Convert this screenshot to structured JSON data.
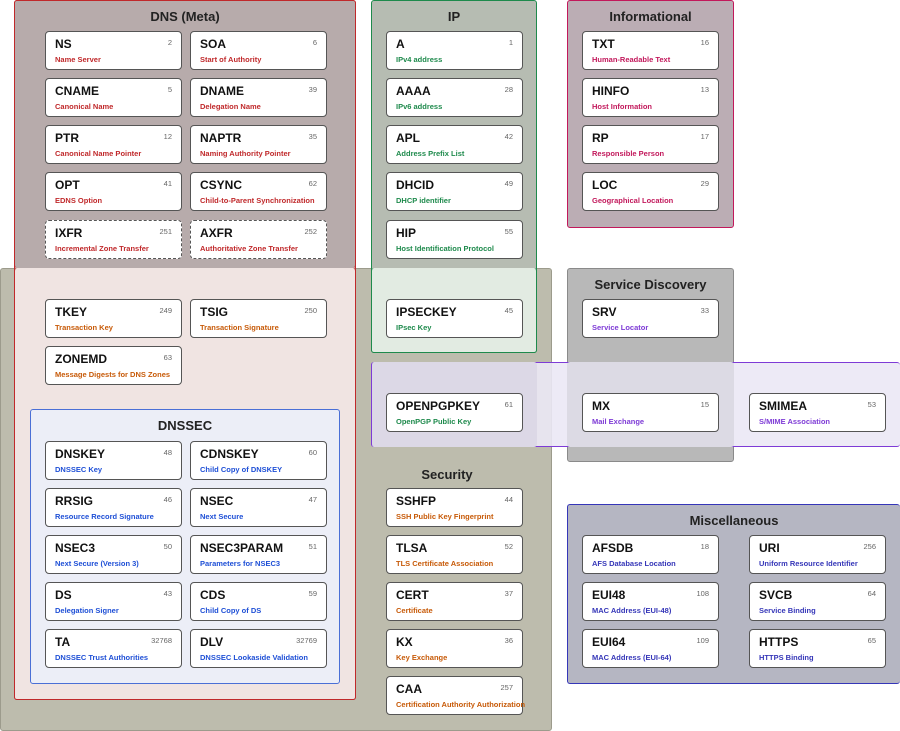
{
  "colors": {
    "meta": "#c0292b",
    "ip": "#1e8a4c",
    "informational": "#c2185b",
    "dnssec": "#1e4fd6",
    "security": "#c75a08",
    "service": "#7e3bd6",
    "email": "#7e3bd6",
    "misc": "#3536b8"
  },
  "groups": {
    "meta": {
      "title": "DNS (Meta)"
    },
    "ip": {
      "title": "IP"
    },
    "informational": {
      "title": "Informational"
    },
    "dnssec": {
      "title": "DNSSEC"
    },
    "security": {
      "title": "Security"
    },
    "service": {
      "title": "Service Discovery"
    },
    "email": {
      "title": "Email"
    },
    "misc": {
      "title": "Miscellaneous"
    }
  },
  "records": {
    "ns": {
      "name": "NS",
      "code": "2",
      "desc": "Name Server"
    },
    "soa": {
      "name": "SOA",
      "code": "6",
      "desc": "Start of Authority"
    },
    "cname": {
      "name": "CNAME",
      "code": "5",
      "desc": "Canonical Name"
    },
    "dname": {
      "name": "DNAME",
      "code": "39",
      "desc": "Delegation Name"
    },
    "ptr": {
      "name": "PTR",
      "code": "12",
      "desc": "Canonical Name Pointer"
    },
    "naptr": {
      "name": "NAPTR",
      "code": "35",
      "desc": "Naming Authority Pointer"
    },
    "opt": {
      "name": "OPT",
      "code": "41",
      "desc": "EDNS Option"
    },
    "csync": {
      "name": "CSYNC",
      "code": "62",
      "desc": "Child-to-Parent Synchronization"
    },
    "ixfr": {
      "name": "IXFR",
      "code": "251",
      "desc": "Incremental Zone Transfer"
    },
    "axfr": {
      "name": "AXFR",
      "code": "252",
      "desc": "Authoritative Zone Transfer"
    },
    "tkey": {
      "name": "TKEY",
      "code": "249",
      "desc": "Transaction Key"
    },
    "tsig": {
      "name": "TSIG",
      "code": "250",
      "desc": "Transaction Signature"
    },
    "zonemd": {
      "name": "ZONEMD",
      "code": "63",
      "desc": "Message Digests for DNS Zones"
    },
    "a": {
      "name": "A",
      "code": "1",
      "desc": "IPv4 address"
    },
    "aaaa": {
      "name": "AAAA",
      "code": "28",
      "desc": "IPv6 address"
    },
    "apl": {
      "name": "APL",
      "code": "42",
      "desc": "Address Prefix List"
    },
    "dhcid": {
      "name": "DHCID",
      "code": "49",
      "desc": "DHCP identifier"
    },
    "hip": {
      "name": "HIP",
      "code": "55",
      "desc": "Host Identification Protocol"
    },
    "ipseckey": {
      "name": "IPSECKEY",
      "code": "45",
      "desc": "IPsec Key"
    },
    "txt": {
      "name": "TXT",
      "code": "16",
      "desc": "Human-Readable Text"
    },
    "hinfo": {
      "name": "HINFO",
      "code": "13",
      "desc": "Host Information"
    },
    "rp": {
      "name": "RP",
      "code": "17",
      "desc": "Responsible Person"
    },
    "loc": {
      "name": "LOC",
      "code": "29",
      "desc": "Geographical Location"
    },
    "srv": {
      "name": "SRV",
      "code": "33",
      "desc": "Service Locator"
    },
    "openpgpkey": {
      "name": "OPENPGPKEY",
      "code": "61",
      "desc": "OpenPGP Public Key"
    },
    "mx": {
      "name": "MX",
      "code": "15",
      "desc": "Mail Exchange"
    },
    "smimea": {
      "name": "SMIMEA",
      "code": "53",
      "desc": "S/MIME Association"
    },
    "dnskey": {
      "name": "DNSKEY",
      "code": "48",
      "desc": "DNSSEC Key"
    },
    "cdnskey": {
      "name": "CDNSKEY",
      "code": "60",
      "desc": "Child Copy of DNSKEY"
    },
    "rrsig": {
      "name": "RRSIG",
      "code": "46",
      "desc": "Resource Record Signature"
    },
    "nsec": {
      "name": "NSEC",
      "code": "47",
      "desc": "Next Secure"
    },
    "nsec3": {
      "name": "NSEC3",
      "code": "50",
      "desc": "Next Secure (Version 3)"
    },
    "nsec3param": {
      "name": "NSEC3PARAM",
      "code": "51",
      "desc": "Parameters for NSEC3"
    },
    "ds": {
      "name": "DS",
      "code": "43",
      "desc": "Delegation Signer"
    },
    "cds": {
      "name": "CDS",
      "code": "59",
      "desc": "Child Copy of DS"
    },
    "ta": {
      "name": "TA",
      "code": "32768",
      "desc": "DNSSEC Trust Authorities"
    },
    "dlv": {
      "name": "DLV",
      "code": "32769",
      "desc": "DNSSEC Lookaside Validation"
    },
    "sshfp": {
      "name": "SSHFP",
      "code": "44",
      "desc": "SSH Public Key Fingerprint"
    },
    "tlsa": {
      "name": "TLSA",
      "code": "52",
      "desc": "TLS Certificate Association"
    },
    "cert": {
      "name": "CERT",
      "code": "37",
      "desc": "Certificate"
    },
    "kx": {
      "name": "KX",
      "code": "36",
      "desc": "Key Exchange"
    },
    "caa": {
      "name": "CAA",
      "code": "257",
      "desc": "Certification Authority Authorization"
    },
    "afsdb": {
      "name": "AFSDB",
      "code": "18",
      "desc": "AFS Database Location"
    },
    "uri": {
      "name": "URI",
      "code": "256",
      "desc": "Uniform Resource Identifier"
    },
    "eui48": {
      "name": "EUI48",
      "code": "108",
      "desc": "MAC Address (EUI-48)"
    },
    "svcb": {
      "name": "SVCB",
      "code": "64",
      "desc": "Service Binding"
    },
    "eui64": {
      "name": "EUI64",
      "code": "109",
      "desc": "MAC Address (EUI-64)"
    },
    "https": {
      "name": "HTTPS",
      "code": "65",
      "desc": "HTTPS Binding"
    }
  }
}
